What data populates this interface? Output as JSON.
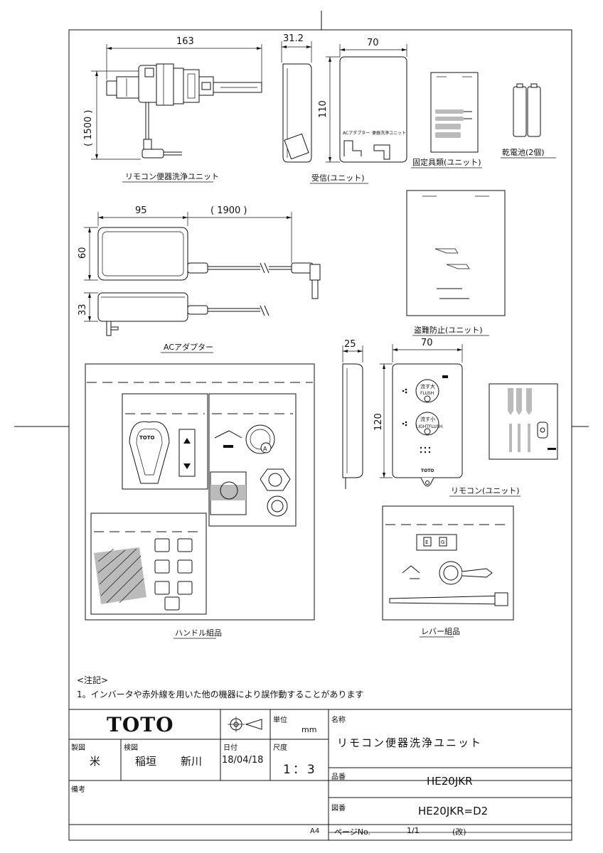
{
  "drawing": {
    "components": {
      "remote_unit": "リモコン便器洗浄ユニット",
      "receiver": "受信(ユニット)",
      "fixings": "固定具類(ユニット)",
      "battery": "乾電池(2個)",
      "ac_adapter": "ACアダプター",
      "anti_theft": "盗難防止(ユニット)",
      "handle_kit": "ハンドル組品",
      "remote_control": "リモコン(ユニット)",
      "lever_kit": "レバー組品"
    },
    "dimensions": {
      "d163": "163",
      "d1500": "( 1500 )",
      "d31_2": "31.2",
      "d70a": "70",
      "d110": "110",
      "d95": "95",
      "d1900": "( 1900 )",
      "d60": "60",
      "d33": "33",
      "d25": "25",
      "d70b": "70",
      "d120": "120"
    },
    "product_labels": {
      "toto": "TOTO",
      "ac_adapter_small": "ACアダプター",
      "remote_unit_small": "便器洗浄ユニット",
      "flush_big_jp": "流す大",
      "flush_big_en": "FLUSH",
      "flush_small_jp": "流す小",
      "flush_small_en": "LIGHTFLUSH",
      "toto_small": "TOTO",
      "marker_a": "A",
      "marker_e": "E",
      "marker_g": "G"
    },
    "notes": {
      "heading": "<注記>",
      "line1": "1。インバータや赤外線を用いた他の機器により誤作動することがあります"
    }
  },
  "title_block": {
    "logo": "TOTO",
    "unit_label": "単位",
    "unit_value": "mm",
    "name_label": "名称",
    "name_value": "リモコン便器洗浄ユニット",
    "drawn_label": "製図",
    "drawn_value": "米",
    "checked_label": "検図",
    "checked_value_1": "稲垣",
    "checked_value_2": "新川",
    "date_label": "日付",
    "date_value": "18/04/18",
    "scale_label": "尺度",
    "scale_value": "1：3",
    "part_no_label": "品番",
    "part_no_value": "HE20JKR",
    "remarks_label": "備考",
    "drawing_no_label": "図番",
    "drawing_no_value": "HE20JKR=D2",
    "paper_size": "A4",
    "page_label": "ページNo.",
    "page_value": "1/1",
    "revision_label": "(改)"
  }
}
